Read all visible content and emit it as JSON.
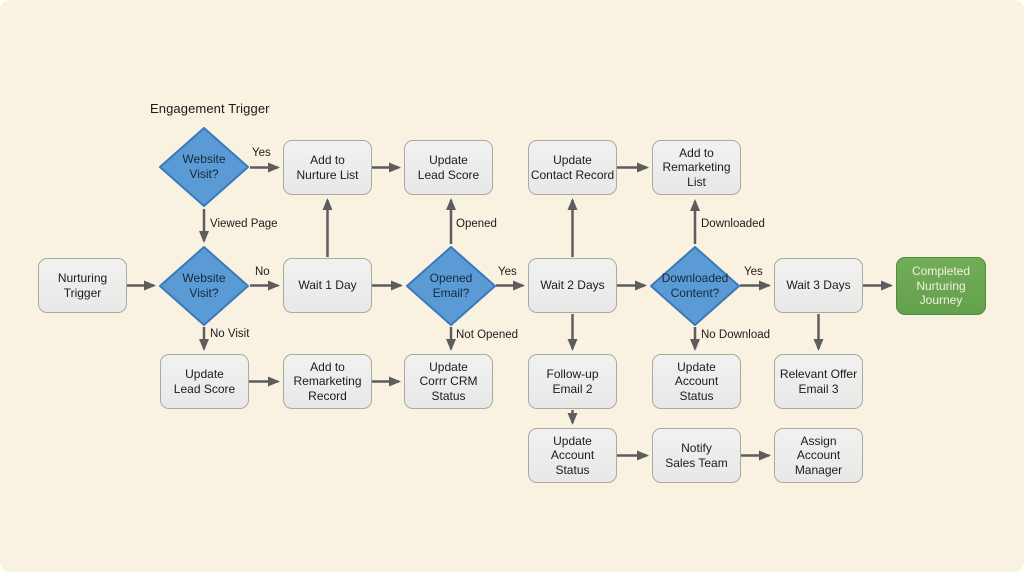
{
  "diagram": {
    "label": "Engagement Trigger",
    "type": "flowchart"
  },
  "colors": {
    "background": "#f9f2e1",
    "process_fill": "#ececec",
    "process_border": "#aaa9a7",
    "decision_fill": "#5b9bd5",
    "decision_border": "#3a79ba",
    "end_fill": "#6aa84f",
    "end_border": "#4f8a3d",
    "end_text": "#f3efdf",
    "arrow": "#5d5d5d",
    "text": "#1b1b1b"
  },
  "nodes": [
    {
      "id": "nurturing-trigger",
      "type": "process",
      "label": "Nurturing\nTrigger"
    },
    {
      "id": "website-visit-1",
      "type": "decision",
      "label": "Website\nVisit?"
    },
    {
      "id": "website-visit-2",
      "type": "decision",
      "label": "Website\nVisit?"
    },
    {
      "id": "add-to-nurture-list",
      "type": "process",
      "label": "Add to\nNurture List"
    },
    {
      "id": "update-lead-score-top",
      "type": "process",
      "label": "Update\nLead Score"
    },
    {
      "id": "wait-1-day",
      "type": "process",
      "label": "Wait 1 Day"
    },
    {
      "id": "opened-email",
      "type": "decision",
      "label": "Opened\nEmail?"
    },
    {
      "id": "update-contact-record",
      "type": "process",
      "label": "Update\nContact Record"
    },
    {
      "id": "add-to-remarketing-list",
      "type": "process",
      "label": "Add to\nRemarketing\nList"
    },
    {
      "id": "wait-2-days",
      "type": "process",
      "label": "Wait 2 Days"
    },
    {
      "id": "downloaded-content",
      "type": "decision",
      "label": "Downloaded\nContent?"
    },
    {
      "id": "wait-3-days",
      "type": "process",
      "label": "Wait 3 Days"
    },
    {
      "id": "completed-nurturing-journey",
      "type": "end",
      "label": "Completed\nNurturing\nJourney"
    },
    {
      "id": "update-lead-score-bottom",
      "type": "process",
      "label": "Update\nLead Score"
    },
    {
      "id": "add-to-remarketing-record",
      "type": "process",
      "label": "Add to\nRemarketing\nRecord"
    },
    {
      "id": "update-corrr-crm-status",
      "type": "process",
      "label": "Update\nCorrr CRM\nStatus"
    },
    {
      "id": "follow-up-email-2",
      "type": "process",
      "label": "Follow-up\nEmail 2"
    },
    {
      "id": "update-account-status-mid",
      "type": "process",
      "label": "Update\nAccount\nStatus"
    },
    {
      "id": "relevant-offer-email-3",
      "type": "process",
      "label": "Relevant Offer\nEmail 3"
    },
    {
      "id": "update-account-status-bottom",
      "type": "process",
      "label": "Update\nAccount\nStatus"
    },
    {
      "id": "notify-sales-team",
      "type": "process",
      "label": "Notify\nSales Team"
    },
    {
      "id": "assign-account-manager",
      "type": "process",
      "label": "Assign\nAccount\nManager"
    }
  ],
  "edge_labels": [
    {
      "text": "Yes"
    },
    {
      "text": "Viewed Page"
    },
    {
      "text": "No"
    },
    {
      "text": "No Visit"
    },
    {
      "text": "Opened"
    },
    {
      "text": "Yes"
    },
    {
      "text": "Not Opened"
    },
    {
      "text": "Downloaded"
    },
    {
      "text": "Yes"
    },
    {
      "text": "No Download"
    }
  ],
  "edges": [
    {
      "from": "website-visit-1",
      "to": "add-to-nurture-list",
      "label": "Yes"
    },
    {
      "from": "website-visit-1",
      "to": "website-visit-2",
      "label": "Viewed Page"
    },
    {
      "from": "nurturing-trigger",
      "to": "website-visit-2",
      "label": ""
    },
    {
      "from": "website-visit-2",
      "to": "wait-1-day",
      "label": "No"
    },
    {
      "from": "website-visit-2",
      "to": "update-lead-score-bottom",
      "label": "No Visit"
    },
    {
      "from": "wait-1-day",
      "to": "add-to-nurture-list",
      "label": ""
    },
    {
      "from": "add-to-nurture-list",
      "to": "update-lead-score-top",
      "label": ""
    },
    {
      "from": "wait-1-day",
      "to": "opened-email",
      "label": ""
    },
    {
      "from": "opened-email",
      "to": "update-lead-score-top",
      "label": "Opened"
    },
    {
      "from": "opened-email",
      "to": "wait-2-days",
      "label": "Yes"
    },
    {
      "from": "opened-email",
      "to": "update-corrr-crm-status",
      "label": "Not Opened"
    },
    {
      "from": "update-lead-score-bottom",
      "to": "add-to-remarketing-record",
      "label": ""
    },
    {
      "from": "add-to-remarketing-record",
      "to": "update-corrr-crm-status",
      "label": ""
    },
    {
      "from": "wait-2-days",
      "to": "update-contact-record",
      "label": ""
    },
    {
      "from": "update-contact-record",
      "to": "add-to-remarketing-list",
      "label": ""
    },
    {
      "from": "wait-2-days",
      "to": "downloaded-content",
      "label": ""
    },
    {
      "from": "wait-2-days",
      "to": "follow-up-email-2",
      "label": ""
    },
    {
      "from": "downloaded-content",
      "to": "add-to-remarketing-list",
      "label": "Downloaded"
    },
    {
      "from": "downloaded-content",
      "to": "wait-3-days",
      "label": "Yes"
    },
    {
      "from": "downloaded-content",
      "to": "update-account-status-mid",
      "label": "No Download"
    },
    {
      "from": "follow-up-email-2",
      "to": "update-account-status-bottom",
      "label": ""
    },
    {
      "from": "update-account-status-bottom",
      "to": "notify-sales-team",
      "label": ""
    },
    {
      "from": "notify-sales-team",
      "to": "assign-account-manager",
      "label": ""
    },
    {
      "from": "wait-3-days",
      "to": "completed-nurturing-journey",
      "label": ""
    },
    {
      "from": "wait-3-days",
      "to": "relevant-offer-email-3",
      "label": ""
    }
  ]
}
